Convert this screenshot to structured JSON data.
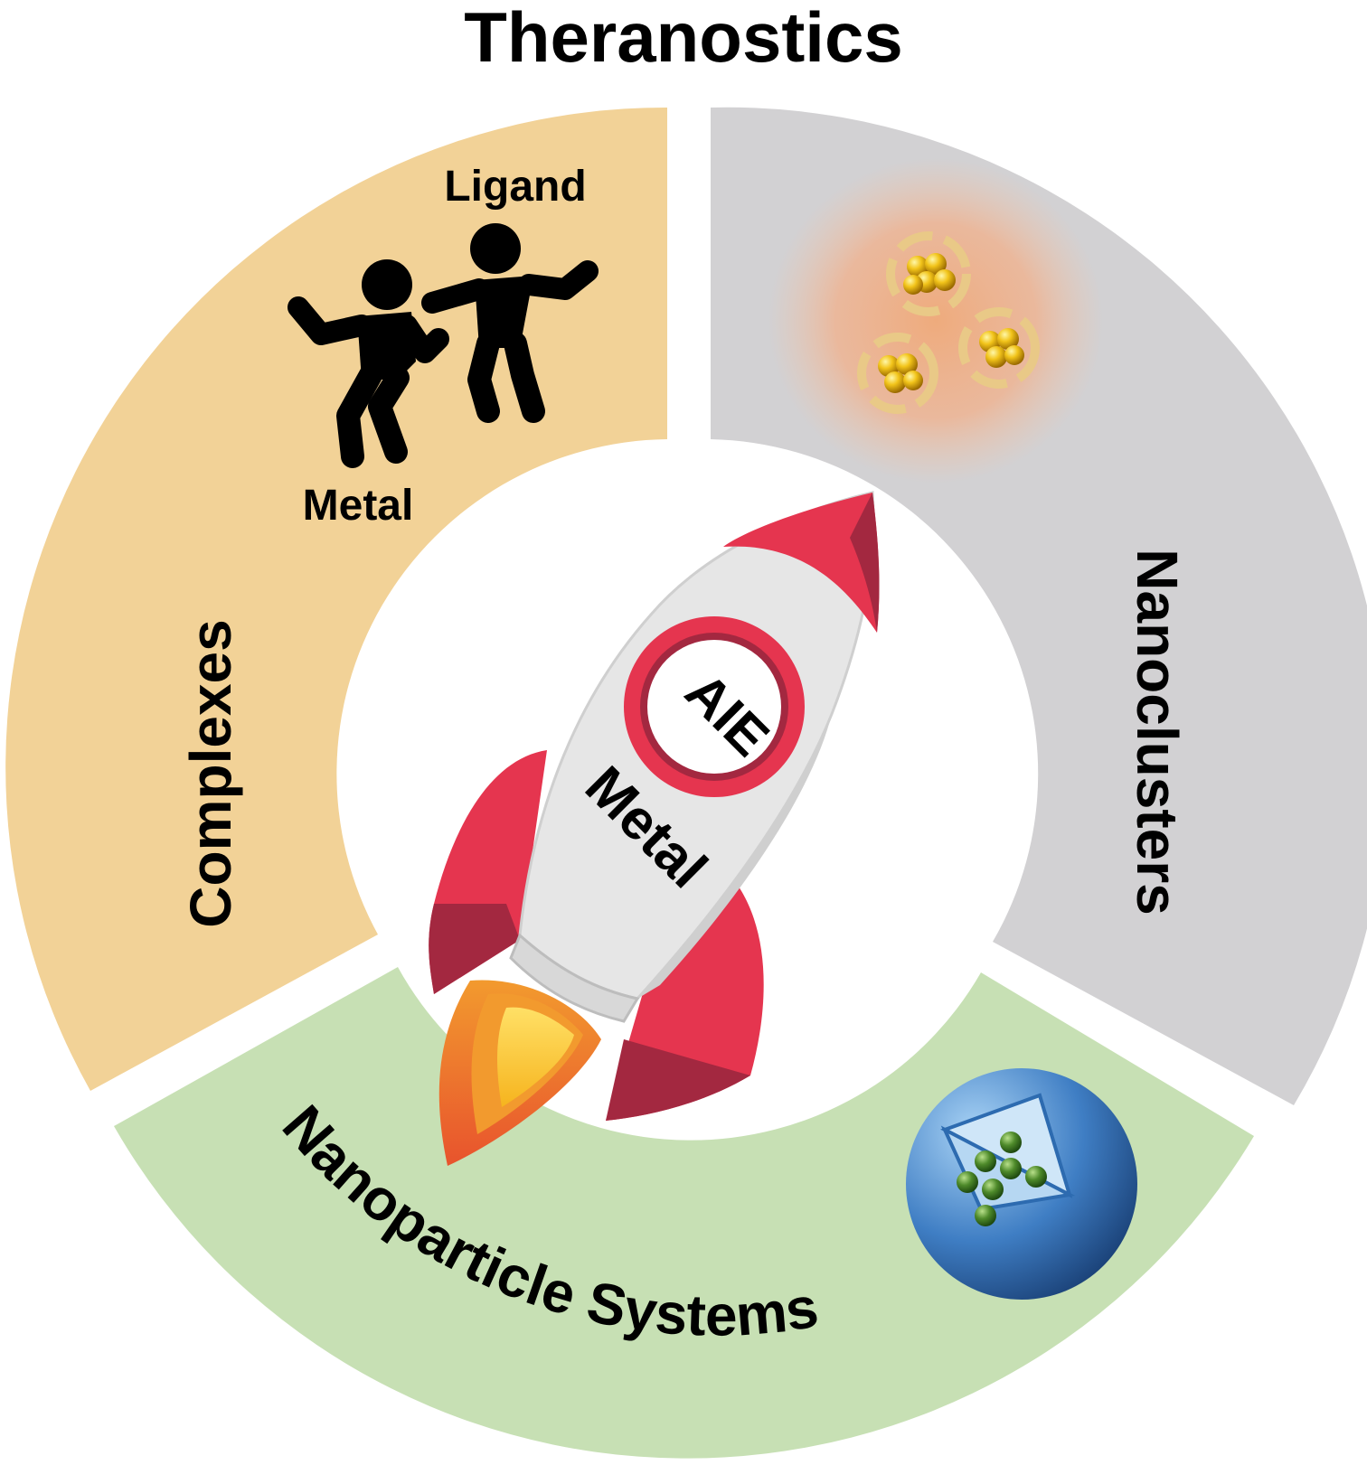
{
  "title": "Theranostics",
  "segments": {
    "complexes": {
      "label": "Complexes",
      "color": "#f2d297"
    },
    "nanoclusters": {
      "label": "Nanoclusters",
      "color": "#d2d1d3"
    },
    "nanoparticles": {
      "label": "Nanoparticle Systems",
      "color": "#c7e0b4"
    }
  },
  "complexes_icon": {
    "top_label": "Ligand",
    "bottom_label": "Metal"
  },
  "rocket": {
    "badge": "AIE",
    "body_label": "Metal",
    "color": "#e5354f"
  },
  "icons": {
    "dancers": "two-dancing-people-icon",
    "clusters": "gold-nanocluster-icon",
    "nanoparticle": "nanoparticle-sphere-icon",
    "rocket": "rocket-icon"
  }
}
